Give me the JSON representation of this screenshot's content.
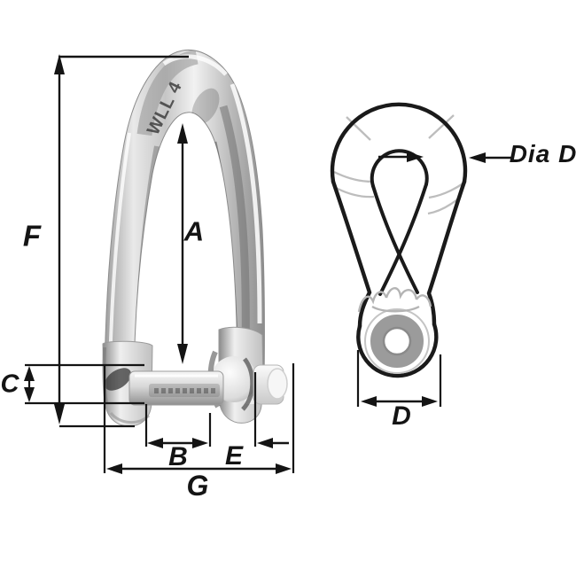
{
  "side_view": {
    "engraving": "WLL 4",
    "labels": {
      "F": "F",
      "A": "A",
      "C": "C",
      "B": "B",
      "E": "E",
      "G": "G"
    }
  },
  "top_view": {
    "labels": {
      "dia": "Dia D",
      "d": "D"
    }
  },
  "colors": {
    "background": "#ffffff",
    "dimension_lines": "#141414",
    "outline_black": "#1a1a1a",
    "shading_gray": "#bdbdbd",
    "eye_ring_gray": "#9b9b9b",
    "metal_light": "#f2f2f2",
    "metal_mid": "#c6c6c6",
    "metal_dark": "#8d8d8d",
    "engraving_gray": "#474747"
  }
}
